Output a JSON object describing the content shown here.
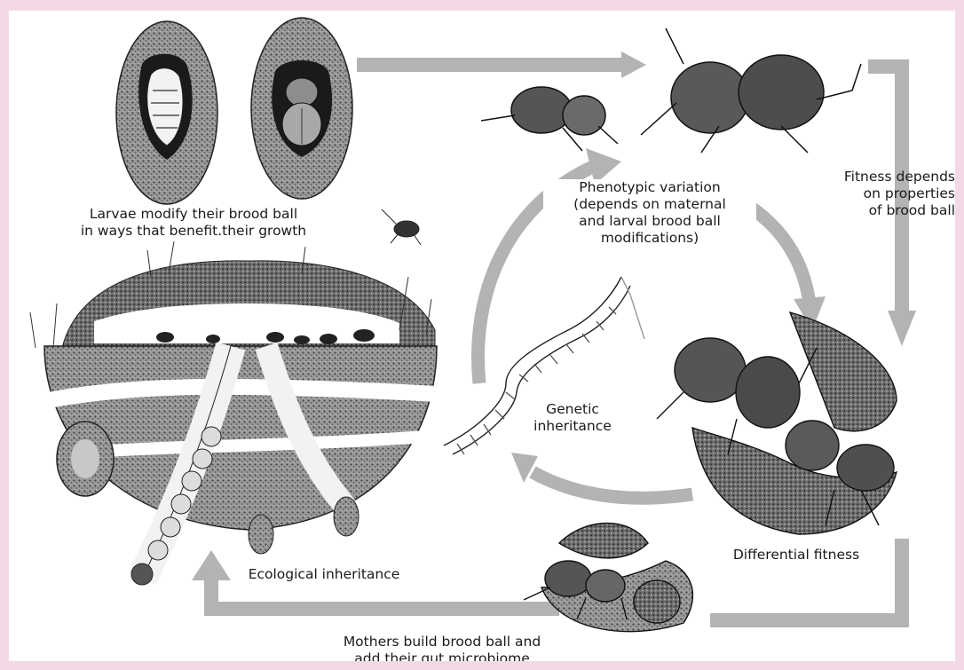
{
  "diagram": {
    "labels": {
      "larvae_line1": "Larvae modify their brood ball",
      "larvae_line2": "in ways that benefit.their growth",
      "phenotypic_line1": "Phenotypic variation",
      "phenotypic_line2": "(depends on maternal",
      "phenotypic_line3": "and larval brood ball",
      "phenotypic_line4": "modifications)",
      "fitness_line1": "Fitness depends",
      "fitness_line2": "on properties",
      "fitness_line3": "of brood ball",
      "genetic_line1": "Genetic",
      "genetic_line2": "inheritance",
      "differential": "Differential fitness",
      "ecological": "Ecological inheritance",
      "mothers_line1": "Mothers build brood ball and",
      "mothers_line2": "add their gut microbiome"
    },
    "colors": {
      "background": "#f3d9e6",
      "panel": "#ffffff",
      "arrow": "#b3b3b3",
      "ink": "#1a1a1a",
      "soil": "#7a7a7a"
    }
  }
}
